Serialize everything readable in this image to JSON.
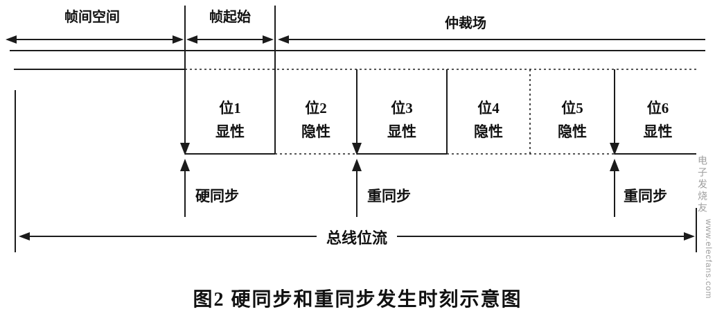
{
  "colors": {
    "line": "#1b1b1b",
    "text": "#111111",
    "watermark": "#9e9e9e"
  },
  "top_labels": {
    "interframe_space": "帧间空间",
    "frame_start": "帧起始",
    "arbitration_field": "仲裁场"
  },
  "bits": [
    {
      "name": "位1",
      "state": "显性"
    },
    {
      "name": "位2",
      "state": "隐性"
    },
    {
      "name": "位3",
      "state": "显性"
    },
    {
      "name": "位4",
      "state": "隐性"
    },
    {
      "name": "位5",
      "state": "隐性"
    },
    {
      "name": "位6",
      "state": "显性"
    }
  ],
  "sync": {
    "hard": "硬同步",
    "re1": "重同步",
    "re2": "重同步"
  },
  "bus_stream": "总线位流",
  "caption": "图2  硬同步和重同步发生时刻示意图",
  "watermark": {
    "brand": "电子发烧友",
    "site": "www.elecfans.com"
  }
}
